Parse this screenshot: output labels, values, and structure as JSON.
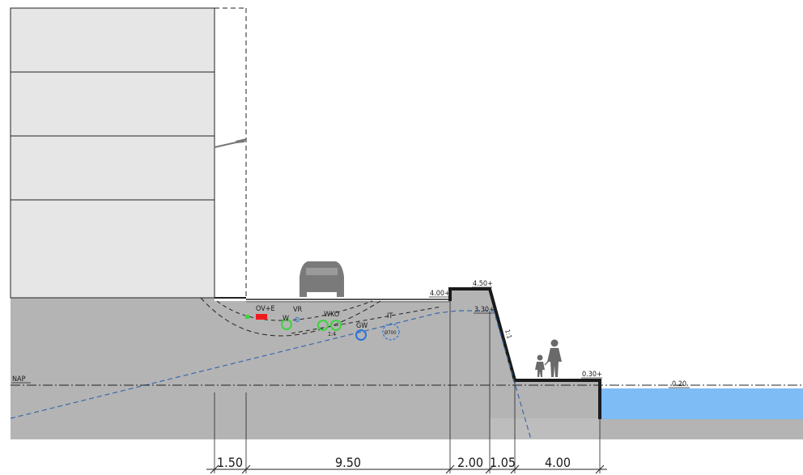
{
  "levels": {
    "road": "4.00+",
    "dike_top": "4.50+",
    "dike_shoulder": "3.30+",
    "promenade": "0.30+",
    "water": "0.20"
  },
  "reference": {
    "nap": "NAP"
  },
  "utilities": {
    "ov_e": "OV+E",
    "vr": "VR",
    "w": "W",
    "wko": "WKO",
    "gw": "GW",
    "it": "IT",
    "it_diameter": "Ø700",
    "gw_slope": "1:4"
  },
  "slope_label": "1:1",
  "dimensions": [
    "1.50",
    "9.50",
    "2.00",
    "1.05",
    "4.00"
  ],
  "colors": {
    "ground": "#b4b4b4",
    "facade": "#e6e6e6",
    "water": "#7dbcf5",
    "util_green": "#3fd23f",
    "util_blue": "#2a74d8",
    "util_red": "#ee1c1c",
    "dashed_blue": "#3a6aa8"
  },
  "icons": {
    "car": "car-icon",
    "pedestrians": "pedestrians-icon",
    "lamp": "street-lamp-icon"
  }
}
